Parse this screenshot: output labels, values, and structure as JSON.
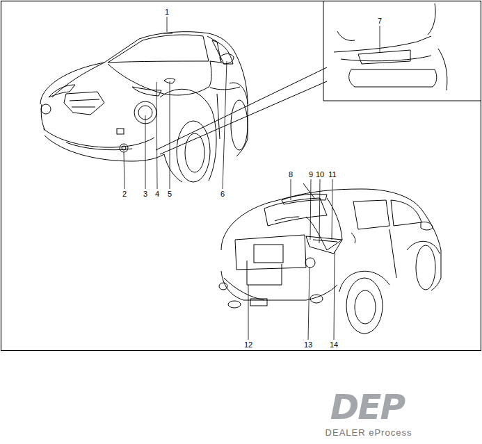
{
  "diagram": {
    "labels": [
      "1",
      "2",
      "3",
      "4",
      "5",
      "6",
      "7",
      "8",
      "9",
      "10",
      "11",
      "12",
      "13",
      "14",
      "DEP",
      "DEALER eProcess"
    ]
  }
}
